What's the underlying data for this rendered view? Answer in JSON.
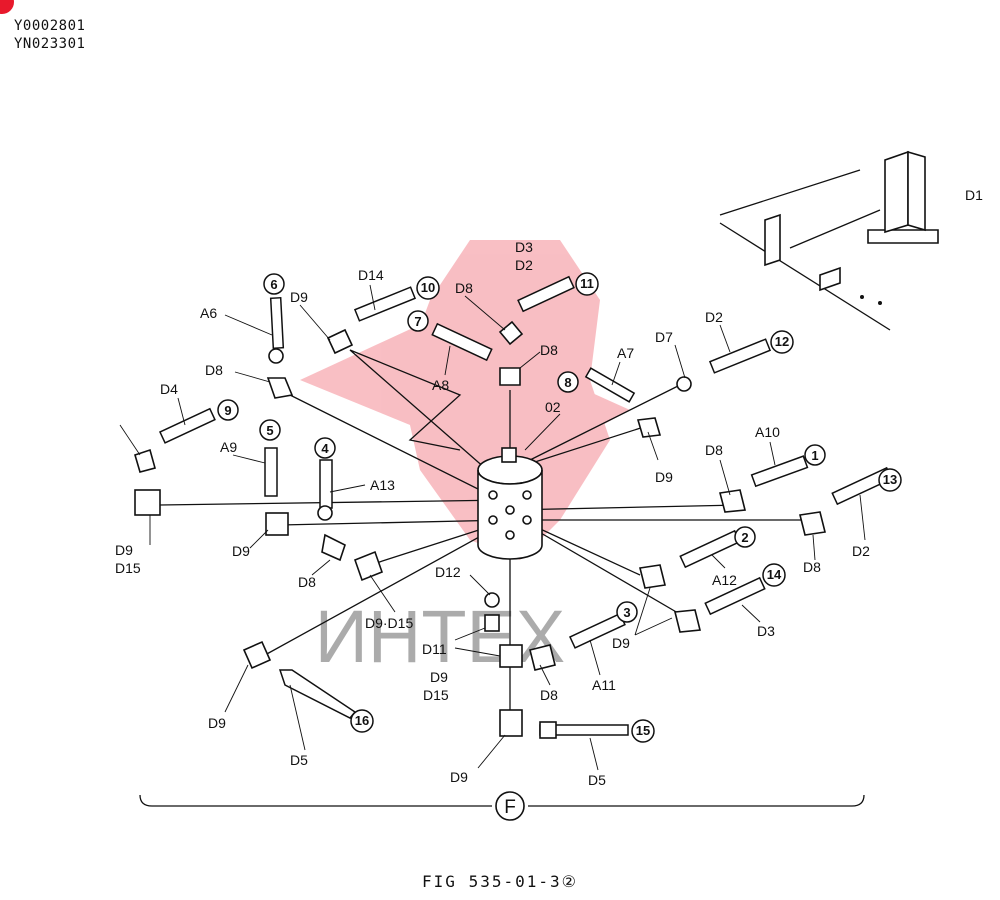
{
  "header": {
    "codes": [
      "Y0002801",
      "YN023301"
    ]
  },
  "watermark": {
    "text": "ИНТЕХ",
    "color": "#e8192c"
  },
  "diagram": {
    "center_label": "02",
    "group_label": "F",
    "part_labels": [
      "D1",
      "D14",
      "D3",
      "D2",
      "D9",
      "D8",
      "D8",
      "A6",
      "A8",
      "D7",
      "D2",
      "A7",
      "D8",
      "D4",
      "A9",
      "A13",
      "D9",
      "A10",
      "D8",
      "D9",
      "D15",
      "D9",
      "D2",
      "D8",
      "A12",
      "D8",
      "D9·D15",
      "D12",
      "D3",
      "D9",
      "D11",
      "A11",
      "D9",
      "D15",
      "D8",
      "D9",
      "D5",
      "D9",
      "D5"
    ],
    "callouts": [
      "1",
      "2",
      "3",
      "4",
      "5",
      "6",
      "7",
      "8",
      "9",
      "10",
      "11",
      "12",
      "13",
      "14",
      "15",
      "16"
    ]
  },
  "caption": "FIG 535-01-3②"
}
